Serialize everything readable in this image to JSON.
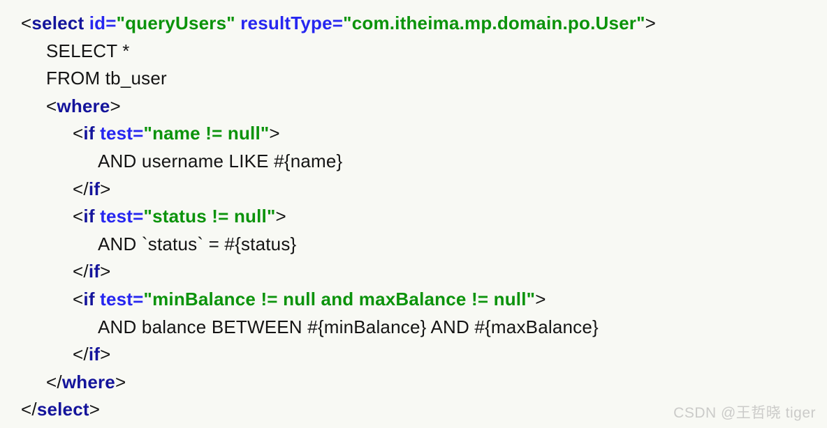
{
  "background": "#f8f9f4",
  "colors": {
    "background": "#f8f9f4",
    "tag": "#14149b",
    "attr": "#2626f0",
    "value": "#0b930b",
    "plain": "#141414",
    "bracket": "#141414",
    "watermark": "#cbcbc9"
  },
  "code": {
    "language": "xml-mybatis-mapper",
    "lines": [
      {
        "indent": 0,
        "tokens": [
          {
            "c": "bracket",
            "t": "<"
          },
          {
            "c": "tag",
            "t": "select"
          },
          {
            "c": "plain",
            "t": " "
          },
          {
            "c": "attr",
            "t": "id="
          },
          {
            "c": "value",
            "t": "\"queryUsers\""
          },
          {
            "c": "plain",
            "t": " "
          },
          {
            "c": "attr",
            "t": "resultType="
          },
          {
            "c": "value",
            "t": "\"com.itheima.mp.domain.po.User\""
          },
          {
            "c": "bracket",
            "t": ">"
          }
        ]
      },
      {
        "indent": 1,
        "tokens": [
          {
            "c": "plain",
            "t": "SELECT *"
          }
        ]
      },
      {
        "indent": 1,
        "tokens": [
          {
            "c": "plain",
            "t": "FROM tb_user"
          }
        ]
      },
      {
        "indent": 1,
        "tokens": [
          {
            "c": "bracket",
            "t": "<"
          },
          {
            "c": "tag",
            "t": "where"
          },
          {
            "c": "bracket",
            "t": ">"
          }
        ]
      },
      {
        "indent": 2,
        "tokens": [
          {
            "c": "bracket",
            "t": "<"
          },
          {
            "c": "tag",
            "t": "if"
          },
          {
            "c": "plain",
            "t": " "
          },
          {
            "c": "attr",
            "t": "test="
          },
          {
            "c": "value",
            "t": "\"name != null\""
          },
          {
            "c": "bracket",
            "t": ">"
          }
        ]
      },
      {
        "indent": 3,
        "tokens": [
          {
            "c": "plain",
            "t": "AND username LIKE #{name}"
          }
        ]
      },
      {
        "indent": 2,
        "tokens": [
          {
            "c": "bracket",
            "t": "</"
          },
          {
            "c": "tag",
            "t": "if"
          },
          {
            "c": "bracket",
            "t": ">"
          }
        ]
      },
      {
        "indent": 2,
        "tokens": [
          {
            "c": "bracket",
            "t": "<"
          },
          {
            "c": "tag",
            "t": "if"
          },
          {
            "c": "plain",
            "t": " "
          },
          {
            "c": "attr",
            "t": "test="
          },
          {
            "c": "value",
            "t": "\"status != null\""
          },
          {
            "c": "bracket",
            "t": ">"
          }
        ]
      },
      {
        "indent": 3,
        "tokens": [
          {
            "c": "plain",
            "t": "AND `status` = #{status}"
          }
        ]
      },
      {
        "indent": 2,
        "tokens": [
          {
            "c": "bracket",
            "t": "</"
          },
          {
            "c": "tag",
            "t": "if"
          },
          {
            "c": "bracket",
            "t": ">"
          }
        ]
      },
      {
        "indent": 2,
        "tokens": [
          {
            "c": "bracket",
            "t": "<"
          },
          {
            "c": "tag",
            "t": "if"
          },
          {
            "c": "plain",
            "t": " "
          },
          {
            "c": "attr",
            "t": "test="
          },
          {
            "c": "value",
            "t": "\"minBalance != null and maxBalance != null\""
          },
          {
            "c": "bracket",
            "t": ">"
          }
        ]
      },
      {
        "indent": 3,
        "tokens": [
          {
            "c": "plain",
            "t": "AND balance BETWEEN #{minBalance} AND #{maxBalance}"
          }
        ]
      },
      {
        "indent": 2,
        "tokens": [
          {
            "c": "bracket",
            "t": "</"
          },
          {
            "c": "tag",
            "t": "if"
          },
          {
            "c": "bracket",
            "t": ">"
          }
        ]
      },
      {
        "indent": 1,
        "tokens": [
          {
            "c": "bracket",
            "t": "</"
          },
          {
            "c": "tag",
            "t": "where"
          },
          {
            "c": "bracket",
            "t": ">"
          }
        ]
      },
      {
        "indent": 0,
        "tokens": [
          {
            "c": "bracket",
            "t": "</"
          },
          {
            "c": "tag",
            "t": "select"
          },
          {
            "c": "bracket",
            "t": ">"
          }
        ]
      }
    ]
  },
  "watermark": {
    "text": "CSDN @王哲晓 tiger"
  }
}
